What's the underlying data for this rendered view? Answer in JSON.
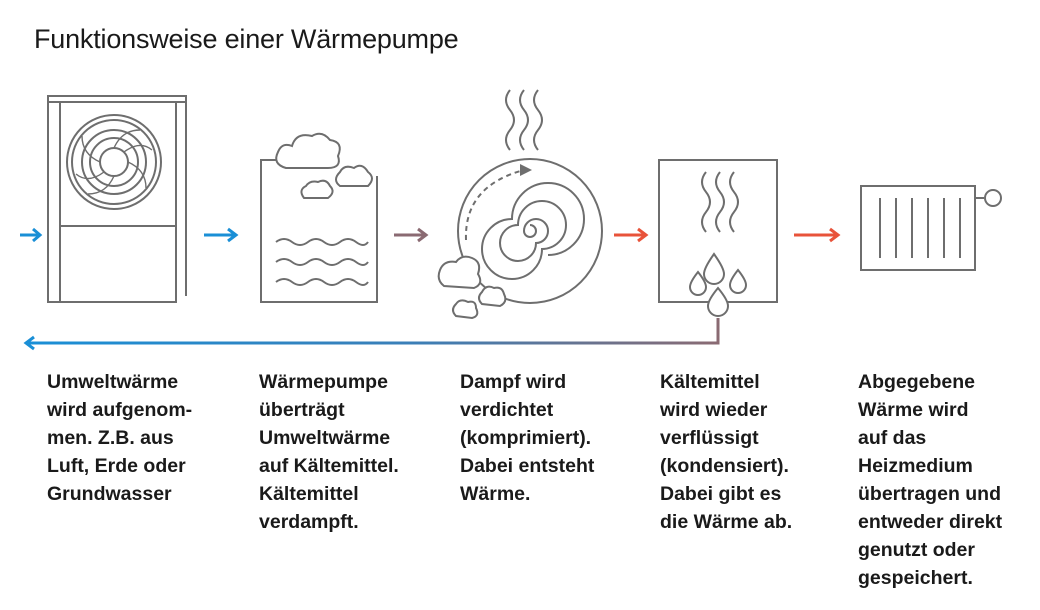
{
  "title": "Funktionsweise einer Wärmepumpe",
  "steps": [
    {
      "text": "Umweltwärme\nwird aufgenom-\nmen. Z.B. aus\nLuft, Erde oder\nGrundwasser",
      "icon": "heat-pump-unit-icon"
    },
    {
      "text": "Wärmepumpe\nüberträgt\nUmweltwärme\nauf Kältemittel.\nKältemittel\nverdampft.",
      "icon": "evaporator-icon"
    },
    {
      "text": "Dampf wird\nverdichtet\n(komprimiert).\nDabei entsteht\nWärme.",
      "icon": "compressor-spiral-icon"
    },
    {
      "text": "Kältemittel\nwird wieder\nverflüssigt\n(kondensiert).\nDabei gibt es\ndie Wärme ab.",
      "icon": "condenser-icon"
    },
    {
      "text": "Abgegebene\nWärme wird\nauf das\nHeizmedium\nübertragen und\nentweder direkt\ngenutzt oder\ngespeichert.",
      "icon": "radiator-icon"
    }
  ],
  "colors": {
    "cold": "#1a8fd6",
    "mid": "#8a6a72",
    "hot": "#e8533a",
    "line": "#6e6e6e"
  }
}
